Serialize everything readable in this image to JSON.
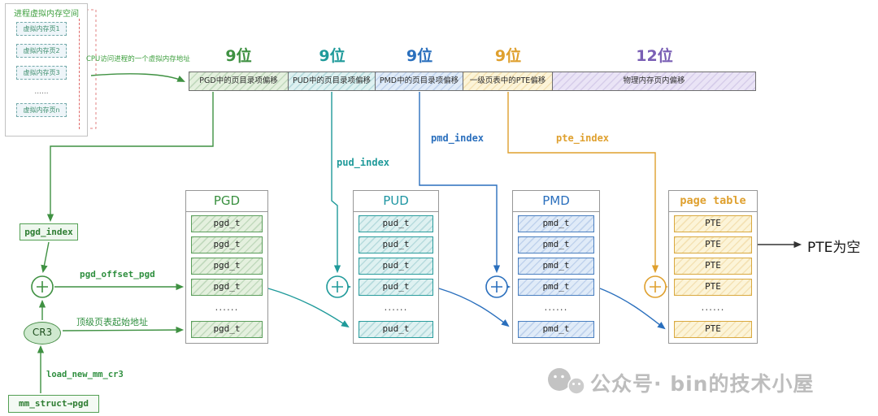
{
  "vm_panel": {
    "title": "进程虚拟内存空间",
    "pages": [
      "虚拟内存页1",
      "虚拟内存页2",
      "虚拟内存页3",
      "......",
      "虚拟内存页n"
    ]
  },
  "cpu_arrow_label": "CPU访问进程的一个虚拟内存地址",
  "address_bar": {
    "segments": [
      {
        "bits": "9位",
        "label": "PGD中的页目录项偏移",
        "color": "#3f9142"
      },
      {
        "bits": "9位",
        "label": "PUD中的页目录项偏移",
        "color": "#1f9a9a"
      },
      {
        "bits": "9位",
        "label": "PMD中的页目录项偏移",
        "color": "#2a6fbd"
      },
      {
        "bits": "9位",
        "label": "一级页表中的PTE偏移",
        "color": "#dfa02e"
      },
      {
        "bits": "12位",
        "label": "物理内存页内偏移",
        "color": "#7a5fb5"
      }
    ]
  },
  "indexes": {
    "pgd": "pgd_index",
    "pud": "pud_index",
    "pmd": "pmd_index",
    "pte": "pte_index"
  },
  "tables": {
    "pgd": {
      "title": "PGD",
      "rows": [
        "pgd_t",
        "pgd_t",
        "pgd_t",
        "pgd_t",
        "......",
        "pgd_t"
      ]
    },
    "pud": {
      "title": "PUD",
      "rows": [
        "pud_t",
        "pud_t",
        "pud_t",
        "pud_t",
        "......",
        "pud_t"
      ]
    },
    "pmd": {
      "title": "PMD",
      "rows": [
        "pmd_t",
        "pmd_t",
        "pmd_t",
        "pmd_t",
        "......",
        "pmd_t"
      ]
    },
    "pte": {
      "title": "page table",
      "rows": [
        "PTE",
        "PTE",
        "PTE",
        "PTE",
        "......",
        "PTE"
      ]
    }
  },
  "flow": {
    "cr3": "CR3",
    "pgd_offset_label": "pgd_offset_pgd",
    "top_table_label": "顶级页表起始地址",
    "load_cr3_label": "load_new_mm_cr3",
    "mm_struct_label": "mm_struct→pgd",
    "pte_empty_label": "PTE为空"
  },
  "watermark": {
    "text": "公众号· bin的技术小屋"
  }
}
